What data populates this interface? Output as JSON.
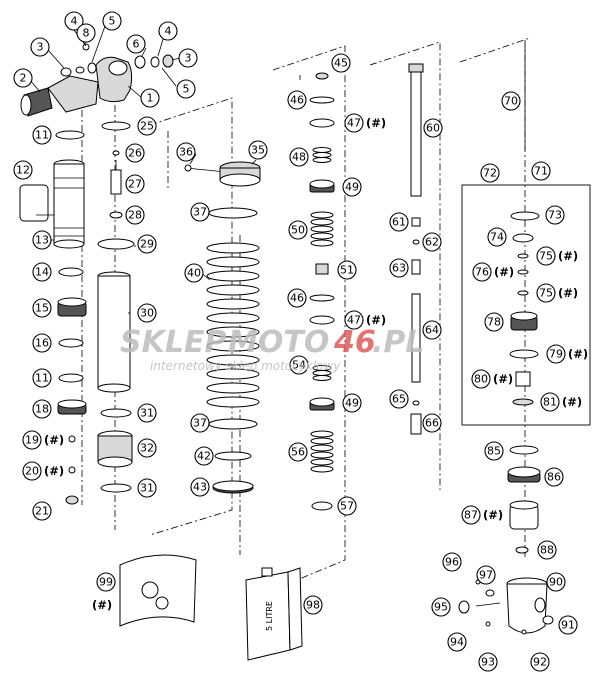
{
  "labels": {
    "n1": "1",
    "n2": "2",
    "n3a": "3",
    "n3b": "3",
    "n4a": "4",
    "n4b": "4",
    "n5a": "5",
    "n5b": "5",
    "n6": "6",
    "n8": "8",
    "n11a": "11",
    "n11b": "11",
    "n12": "12",
    "n13": "13",
    "n14": "14",
    "n15": "15",
    "n16": "16",
    "n18": "18",
    "n19": "19",
    "n20": "20",
    "n21": "21",
    "n25": "25",
    "n26": "26",
    "n27": "27",
    "n28": "28",
    "n29": "29",
    "n30": "30",
    "n31a": "31",
    "n31b": "31",
    "n32": "32",
    "n35": "35",
    "n36": "36",
    "n37a": "37",
    "n37b": "37",
    "n40": "40",
    "n42": "42",
    "n43": "43",
    "n45": "45",
    "n46a": "46",
    "n46b": "46",
    "n47a": "47",
    "n47b": "47",
    "n48": "48",
    "n49a": "49",
    "n49b": "49",
    "n50": "50",
    "n51": "51",
    "n54": "54",
    "n56": "56",
    "n57": "57",
    "n60": "60",
    "n61": "61",
    "n62": "62",
    "n63": "63",
    "n64": "64",
    "n65": "65",
    "n66": "66",
    "n70": "70",
    "n71": "71",
    "n72": "72",
    "n73": "73",
    "n74": "74",
    "n75a": "75",
    "n75b": "75",
    "n76": "76",
    "n78": "78",
    "n79": "79",
    "n80": "80",
    "n81": "81",
    "n85": "85",
    "n86": "86",
    "n87": "87",
    "n88": "88",
    "n90": "90",
    "n91": "91",
    "n92": "92",
    "n93": "93",
    "n94": "94",
    "n95": "95",
    "n96": "96",
    "n97": "97",
    "n98": "98",
    "n99": "99"
  },
  "marks": {
    "m19": "(#)",
    "m20": "(#)",
    "m47a": "(#)",
    "m47b": "(#)",
    "m75a": "(#)",
    "m75b": "(#)",
    "m76": "(#)",
    "m79": "(#)",
    "m80": "(#)",
    "m81": "(#)",
    "m87": "(#)",
    "m99": "(#)"
  },
  "watermark": {
    "brand_a": "SKLEP",
    "brand_b": "MOTO",
    "brand_c": "46",
    "brand_d": ".PL",
    "tagline": "internetowy sklep motocyklowy"
  },
  "can_label": "5 LITRE",
  "colors": {
    "line": "#000000",
    "watermark_grey": "#bdbdbd",
    "watermark_red": "#e05a5a"
  }
}
